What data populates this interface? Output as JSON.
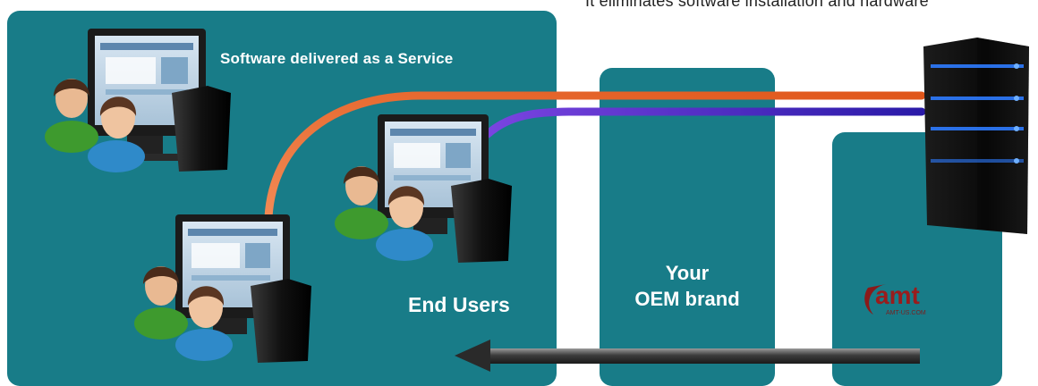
{
  "caption": "It eliminates software installation and hardware",
  "labels": {
    "service": "Software delivered as a Service",
    "end_users": "End Users",
    "oem_line1": "Your",
    "oem_line2": "OEM brand",
    "logo_text": "amt",
    "logo_subtext": "AMT-US.COM"
  },
  "colors": {
    "panel": "#187c88",
    "line_blue": "#2b8fe0",
    "line_orange": "#e8662a",
    "line_purple": "#6633cc",
    "arrow": "#4a4a4a"
  }
}
